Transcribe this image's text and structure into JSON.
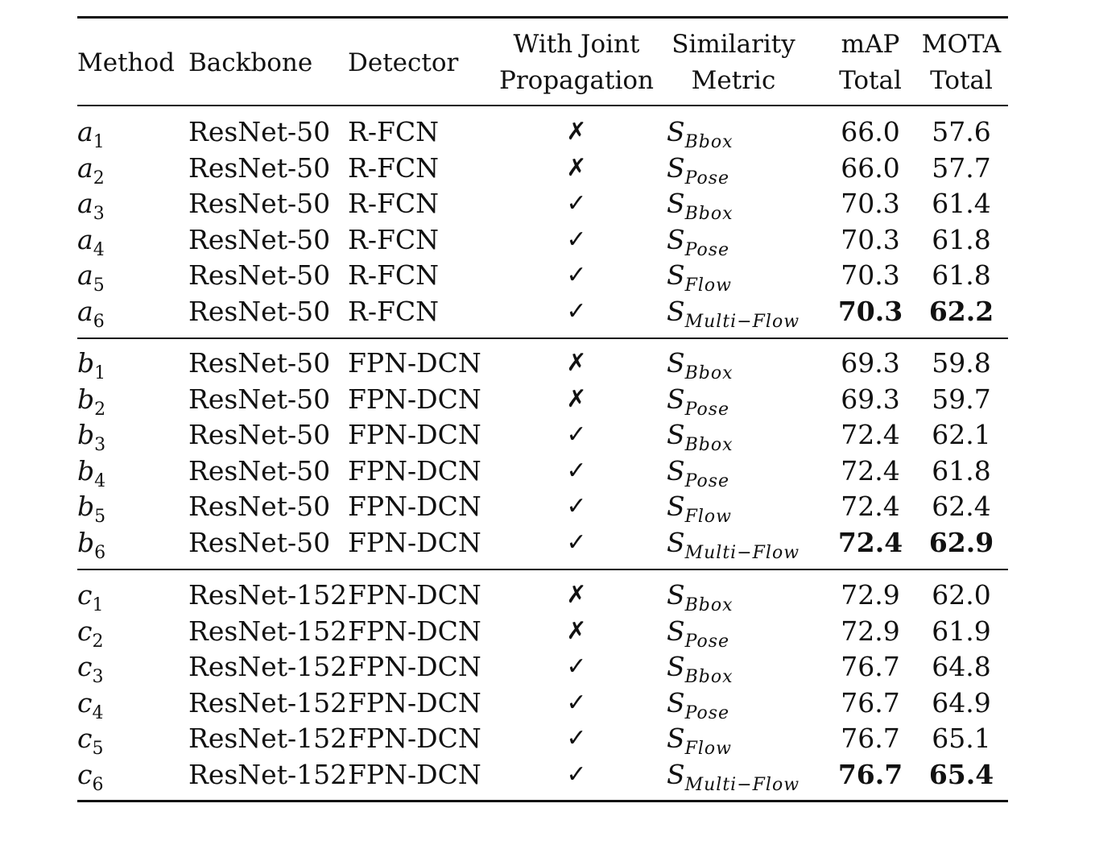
{
  "header": {
    "method": "Method",
    "backbone": "Backbone",
    "detector": "Detector",
    "joint_line1": "With Joint",
    "joint_line2": "Propagation",
    "metric_line1": "Similarity",
    "metric_line2": "Metric",
    "map_line1": "mAP",
    "map_line2": "Total",
    "mota_line1": "MOTA",
    "mota_line2": "Total"
  },
  "marks": {
    "yes": "✓",
    "no": "✗"
  },
  "groups": [
    {
      "rows": [
        {
          "method": "a",
          "idx": "1",
          "backbone": "ResNet-50",
          "detector": "R-FCN",
          "joint": "✗",
          "metric_S": "S",
          "metric_sub": "Bbox",
          "map": "66.0",
          "mota": "57.6",
          "bold": false
        },
        {
          "method": "a",
          "idx": "2",
          "backbone": "ResNet-50",
          "detector": "R-FCN",
          "joint": "✗",
          "metric_S": "S",
          "metric_sub": "Pose",
          "map": "66.0",
          "mota": "57.7",
          "bold": false
        },
        {
          "method": "a",
          "idx": "3",
          "backbone": "ResNet-50",
          "detector": "R-FCN",
          "joint": "✓",
          "metric_S": "S",
          "metric_sub": "Bbox",
          "map": "70.3",
          "mota": "61.4",
          "bold": false
        },
        {
          "method": "a",
          "idx": "4",
          "backbone": "ResNet-50",
          "detector": "R-FCN",
          "joint": "✓",
          "metric_S": "S",
          "metric_sub": "Pose",
          "map": "70.3",
          "mota": "61.8",
          "bold": false
        },
        {
          "method": "a",
          "idx": "5",
          "backbone": "ResNet-50",
          "detector": "R-FCN",
          "joint": "✓",
          "metric_S": "S",
          "metric_sub": "Flow",
          "map": "70.3",
          "mota": "61.8",
          "bold": false
        },
        {
          "method": "a",
          "idx": "6",
          "backbone": "ResNet-50",
          "detector": "R-FCN",
          "joint": "✓",
          "metric_S": "S",
          "metric_sub": "Multi−Flow",
          "map": "70.3",
          "mota": "62.2",
          "bold": true
        }
      ]
    },
    {
      "rows": [
        {
          "method": "b",
          "idx": "1",
          "backbone": "ResNet-50",
          "detector": "FPN-DCN",
          "joint": "✗",
          "metric_S": "S",
          "metric_sub": "Bbox",
          "map": "69.3",
          "mota": "59.8",
          "bold": false
        },
        {
          "method": "b",
          "idx": "2",
          "backbone": "ResNet-50",
          "detector": "FPN-DCN",
          "joint": "✗",
          "metric_S": "S",
          "metric_sub": "Pose",
          "map": "69.3",
          "mota": "59.7",
          "bold": false
        },
        {
          "method": "b",
          "idx": "3",
          "backbone": "ResNet-50",
          "detector": "FPN-DCN",
          "joint": "✓",
          "metric_S": "S",
          "metric_sub": "Bbox",
          "map": "72.4",
          "mota": "62.1",
          "bold": false
        },
        {
          "method": "b",
          "idx": "4",
          "backbone": "ResNet-50",
          "detector": "FPN-DCN",
          "joint": "✓",
          "metric_S": "S",
          "metric_sub": "Pose",
          "map": "72.4",
          "mota": "61.8",
          "bold": false
        },
        {
          "method": "b",
          "idx": "5",
          "backbone": "ResNet-50",
          "detector": "FPN-DCN",
          "joint": "✓",
          "metric_S": "S",
          "metric_sub": "Flow",
          "map": "72.4",
          "mota": "62.4",
          "bold": false
        },
        {
          "method": "b",
          "idx": "6",
          "backbone": "ResNet-50",
          "detector": "FPN-DCN",
          "joint": "✓",
          "metric_S": "S",
          "metric_sub": "Multi−Flow",
          "map": "72.4",
          "mota": "62.9",
          "bold": true
        }
      ]
    },
    {
      "rows": [
        {
          "method": "c",
          "idx": "1",
          "backbone": "ResNet-152",
          "detector": "FPN-DCN",
          "joint": "✗",
          "metric_S": "S",
          "metric_sub": "Bbox",
          "map": "72.9",
          "mota": "62.0",
          "bold": false
        },
        {
          "method": "c",
          "idx": "2",
          "backbone": "ResNet-152",
          "detector": "FPN-DCN",
          "joint": "✗",
          "metric_S": "S",
          "metric_sub": "Pose",
          "map": "72.9",
          "mota": "61.9",
          "bold": false
        },
        {
          "method": "c",
          "idx": "3",
          "backbone": "ResNet-152",
          "detector": "FPN-DCN",
          "joint": "✓",
          "metric_S": "S",
          "metric_sub": "Bbox",
          "map": "76.7",
          "mota": "64.8",
          "bold": false
        },
        {
          "method": "c",
          "idx": "4",
          "backbone": "ResNet-152",
          "detector": "FPN-DCN",
          "joint": "✓",
          "metric_S": "S",
          "metric_sub": "Pose",
          "map": "76.7",
          "mota": "64.9",
          "bold": false
        },
        {
          "method": "c",
          "idx": "5",
          "backbone": "ResNet-152",
          "detector": "FPN-DCN",
          "joint": "✓",
          "metric_S": "S",
          "metric_sub": "Flow",
          "map": "76.7",
          "mota": "65.1",
          "bold": false
        },
        {
          "method": "c",
          "idx": "6",
          "backbone": "ResNet-152",
          "detector": "FPN-DCN",
          "joint": "✓",
          "metric_S": "S",
          "metric_sub": "Multi−Flow",
          "map": "76.7",
          "mota": "65.4",
          "bold": true
        }
      ]
    }
  ]
}
